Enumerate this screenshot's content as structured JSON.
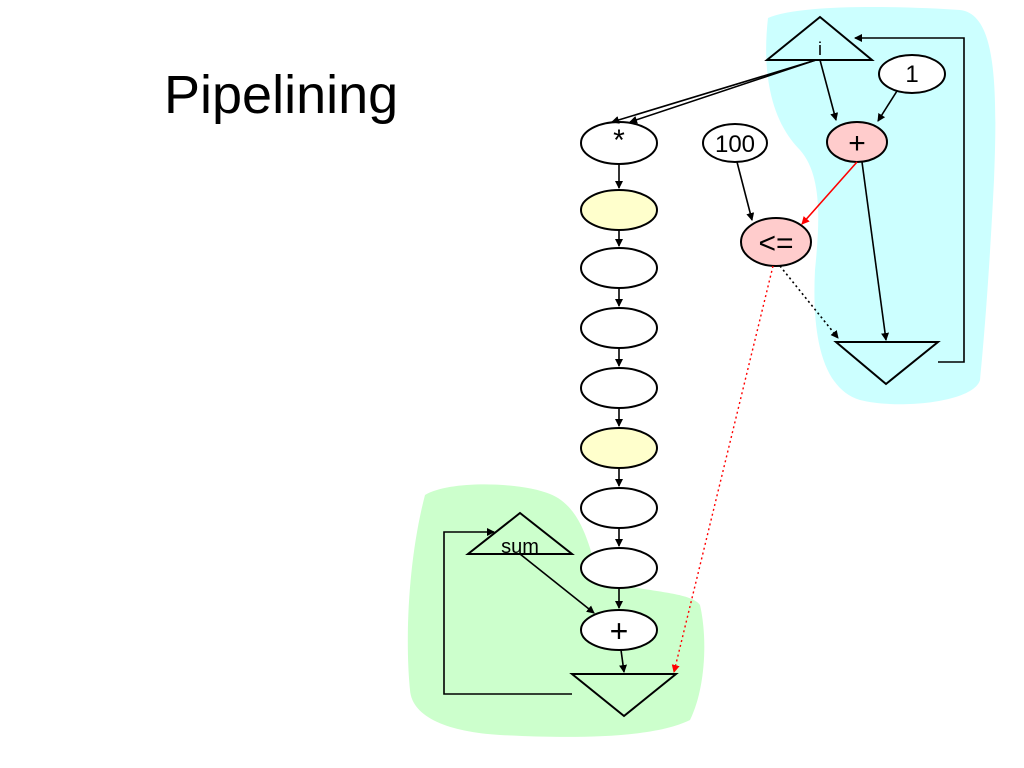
{
  "slide": {
    "title": "Pipelining"
  },
  "diagram": {
    "nodes": {
      "i_register": {
        "label": "i"
      },
      "const_one": {
        "label": "1"
      },
      "const_100": {
        "label": "100"
      },
      "add_i": {
        "label": "+"
      },
      "compare": {
        "label": "<="
      },
      "multiply": {
        "label": "*"
      },
      "sum_register": {
        "label": "sum"
      },
      "add_sum": {
        "label": "+"
      }
    },
    "colors": {
      "loop_region": "#ccffff",
      "accumulate_region": "#ccffcc",
      "pipeline_highlight": "#ffffcc",
      "operator_highlight": "#ffcccc",
      "control_edge": "#ff0000",
      "data_edge": "#000000"
    }
  }
}
